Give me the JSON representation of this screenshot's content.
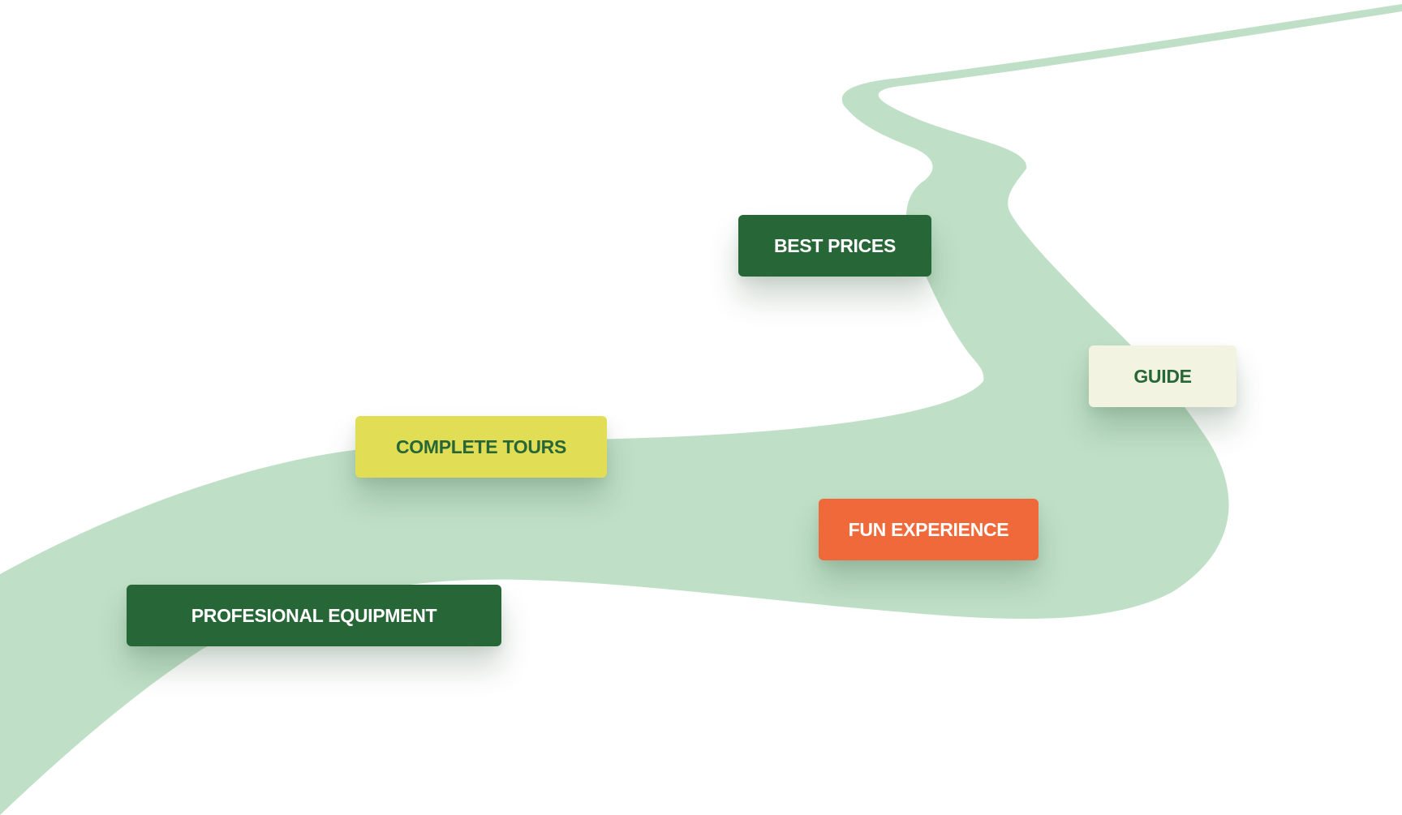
{
  "colors": {
    "river": "#bfe0c7",
    "dark_green": "#276636",
    "yellow": "#e1dd55",
    "cream": "#f2f3e1",
    "orange": "#f0693a",
    "white": "#ffffff"
  },
  "tags": {
    "best_prices": {
      "label": "BEST PRICES",
      "background": "#276636",
      "text_color": "#ffffff"
    },
    "guide": {
      "label": "GUIDE",
      "background": "#f2f3e1",
      "text_color": "#276636"
    },
    "complete_tours": {
      "label": "COMPLETE TOURS",
      "background": "#e1dd55",
      "text_color": "#276636"
    },
    "fun_experience": {
      "label": "FUN EXPERIENCE",
      "background": "#f0693a",
      "text_color": "#ffffff"
    },
    "profesional_equipment": {
      "label": "PROFESIONAL EQUIPMENT",
      "background": "#276636",
      "text_color": "#ffffff"
    }
  }
}
